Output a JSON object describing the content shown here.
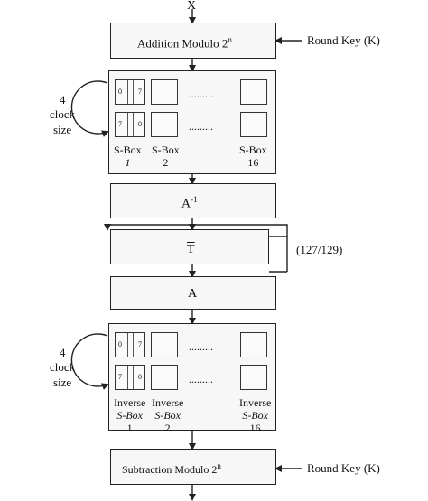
{
  "input_label": "X",
  "top_block": {
    "label": "Addition Modulo 2",
    "exp": "n",
    "key_label": "Round Key (K)"
  },
  "sbox_layer_1": {
    "clock_label_lines": [
      "4",
      "clock",
      "size"
    ],
    "first_row_bits": [
      "0",
      "7"
    ],
    "second_row_bits": [
      "7",
      "0"
    ],
    "dots": ".........",
    "labels": [
      {
        "line1": "S-Box",
        "line2": "1"
      },
      {
        "line1": "S-Box",
        "line2": "2"
      },
      {
        "line1": "S-Box",
        "line2": "16"
      }
    ]
  },
  "a_inverse": {
    "label": "A",
    "exp": "-1"
  },
  "t_bar": {
    "label": "T",
    "feedback_label": "(127/129)"
  },
  "a_block": {
    "label": "A"
  },
  "sbox_layer_2": {
    "clock_label_lines": [
      "4",
      "clock",
      "size"
    ],
    "first_row_bits": [
      "0",
      "7"
    ],
    "second_row_bits": [
      "7",
      "0"
    ],
    "dots": ".........",
    "labels": [
      {
        "line0": "Inverse",
        "line1": "S-Box",
        "line2": "1"
      },
      {
        "line0": "Inverse",
        "line1": "S-Box",
        "line2": "2"
      },
      {
        "line0": "Inverse",
        "line1": "S-Box",
        "line2": "16"
      }
    ]
  },
  "bottom_block": {
    "label": "Subtraction Modulo 2",
    "exp": "n",
    "key_label": "Round Key (K)"
  }
}
